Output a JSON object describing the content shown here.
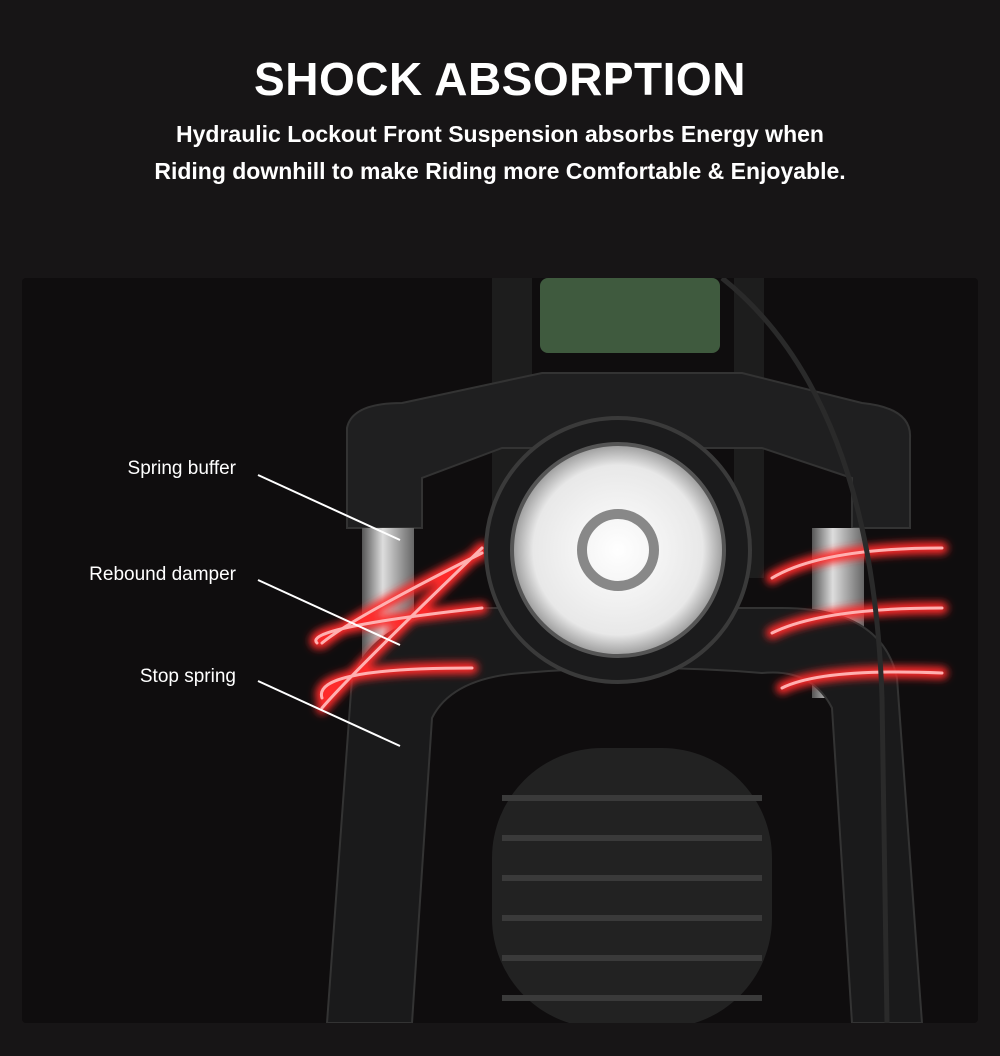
{
  "header": {
    "title": "SHOCK ABSORPTION",
    "subtitle_line1": "Hydraulic Lockout Front Suspension absorbs Energy when",
    "subtitle_line2": "Riding downhill to make Riding more Comfortable & Enjoyable."
  },
  "callouts": [
    {
      "label": "Spring buffer"
    },
    {
      "label": "Rebound damper"
    },
    {
      "label": "Stop spring"
    }
  ],
  "colors": {
    "background": "#171516",
    "panel": "#0f0d0e",
    "spring_glow": "#ff2a2a",
    "frame_green": "#3f5a3e"
  }
}
